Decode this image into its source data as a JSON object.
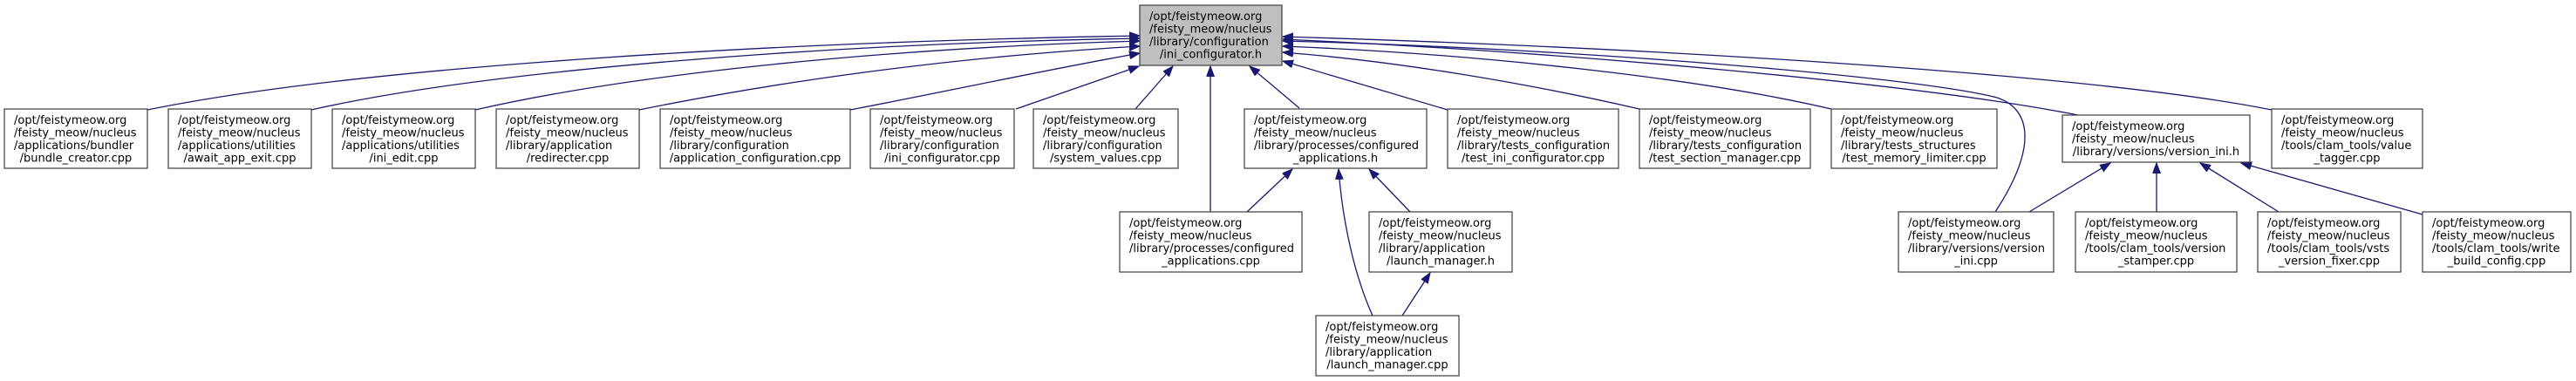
{
  "diagram": {
    "type": "include-dependency-graph",
    "root_id": "ini_configurator_h",
    "nodes": [
      {
        "id": "ini_configurator_h",
        "highlighted": true,
        "lines": [
          "/opt/feistymeow.org",
          "/feisty_meow/nucleus",
          "/library/configuration",
          "/ini_configurator.h"
        ]
      },
      {
        "id": "bundle_creator_cpp",
        "lines": [
          "/opt/feistymeow.org",
          "/feisty_meow/nucleus",
          "/applications/bundler",
          "/bundle_creator.cpp"
        ]
      },
      {
        "id": "await_app_exit_cpp",
        "lines": [
          "/opt/feistymeow.org",
          "/feisty_meow/nucleus",
          "/applications/utilities",
          "/await_app_exit.cpp"
        ]
      },
      {
        "id": "ini_edit_cpp",
        "lines": [
          "/opt/feistymeow.org",
          "/feisty_meow/nucleus",
          "/applications/utilities",
          "/ini_edit.cpp"
        ]
      },
      {
        "id": "redirecter_cpp",
        "lines": [
          "/opt/feistymeow.org",
          "/feisty_meow/nucleus",
          "/library/application",
          "/redirecter.cpp"
        ]
      },
      {
        "id": "application_configuration_cpp",
        "lines": [
          "/opt/feistymeow.org",
          "/feisty_meow/nucleus",
          "/library/configuration",
          "/application_configuration.cpp"
        ]
      },
      {
        "id": "ini_configurator_cpp",
        "lines": [
          "/opt/feistymeow.org",
          "/feisty_meow/nucleus",
          "/library/configuration",
          "/ini_configurator.cpp"
        ]
      },
      {
        "id": "system_values_cpp",
        "lines": [
          "/opt/feistymeow.org",
          "/feisty_meow/nucleus",
          "/library/configuration",
          "/system_values.cpp"
        ]
      },
      {
        "id": "configured_applications_h",
        "lines": [
          "/opt/feistymeow.org",
          "/feisty_meow/nucleus",
          "/library/processes/configured",
          "_applications.h"
        ]
      },
      {
        "id": "test_ini_configurator_cpp",
        "lines": [
          "/opt/feistymeow.org",
          "/feisty_meow/nucleus",
          "/library/tests_configuration",
          "/test_ini_configurator.cpp"
        ]
      },
      {
        "id": "test_section_manager_cpp",
        "lines": [
          "/opt/feistymeow.org",
          "/feisty_meow/nucleus",
          "/library/tests_configuration",
          "/test_section_manager.cpp"
        ]
      },
      {
        "id": "test_memory_limiter_cpp",
        "lines": [
          "/opt/feistymeow.org",
          "/feisty_meow/nucleus",
          "/library/tests_structures",
          "/test_memory_limiter.cpp"
        ]
      },
      {
        "id": "version_ini_h",
        "lines": [
          "/opt/feistymeow.org",
          "/feisty_meow/nucleus",
          "/library/versions/version_ini.h"
        ]
      },
      {
        "id": "value_tagger_cpp",
        "lines": [
          "/opt/feistymeow.org",
          "/feisty_meow/nucleus",
          "/tools/clam_tools/value",
          "_tagger.cpp"
        ]
      },
      {
        "id": "configured_applications_cpp",
        "lines": [
          "/opt/feistymeow.org",
          "/feisty_meow/nucleus",
          "/library/processes/configured",
          "_applications.cpp"
        ]
      },
      {
        "id": "launch_manager_h",
        "lines": [
          "/opt/feistymeow.org",
          "/feisty_meow/nucleus",
          "/library/application",
          "/launch_manager.h"
        ]
      },
      {
        "id": "version_ini_cpp",
        "lines": [
          "/opt/feistymeow.org",
          "/feisty_meow/nucleus",
          "/library/versions/version",
          "_ini.cpp"
        ]
      },
      {
        "id": "version_stamper_cpp",
        "lines": [
          "/opt/feistymeow.org",
          "/feisty_meow/nucleus",
          "/tools/clam_tools/version",
          "_stamper.cpp"
        ]
      },
      {
        "id": "vsts_version_fixer_cpp",
        "lines": [
          "/opt/feistymeow.org",
          "/feisty_meow/nucleus",
          "/tools/clam_tools/vsts",
          "_version_fixer.cpp"
        ]
      },
      {
        "id": "write_build_config_cpp",
        "lines": [
          "/opt/feistymeow.org",
          "/feisty_meow/nucleus",
          "/tools/clam_tools/write",
          "_build_config.cpp"
        ]
      },
      {
        "id": "launch_manager_cpp",
        "lines": [
          "/opt/feistymeow.org",
          "/feisty_meow/nucleus",
          "/library/application",
          "/launch_manager.cpp"
        ]
      }
    ],
    "edges": [
      {
        "from": "bundle_creator_cpp",
        "to": "ini_configurator_h"
      },
      {
        "from": "await_app_exit_cpp",
        "to": "ini_configurator_h"
      },
      {
        "from": "ini_edit_cpp",
        "to": "ini_configurator_h"
      },
      {
        "from": "redirecter_cpp",
        "to": "ini_configurator_h"
      },
      {
        "from": "application_configuration_cpp",
        "to": "ini_configurator_h"
      },
      {
        "from": "ini_configurator_cpp",
        "to": "ini_configurator_h"
      },
      {
        "from": "system_values_cpp",
        "to": "ini_configurator_h"
      },
      {
        "from": "configured_applications_cpp",
        "to": "ini_configurator_h"
      },
      {
        "from": "configured_applications_h",
        "to": "ini_configurator_h"
      },
      {
        "from": "test_ini_configurator_cpp",
        "to": "ini_configurator_h"
      },
      {
        "from": "test_section_manager_cpp",
        "to": "ini_configurator_h"
      },
      {
        "from": "test_memory_limiter_cpp",
        "to": "ini_configurator_h"
      },
      {
        "from": "version_ini_cpp",
        "to": "ini_configurator_h"
      },
      {
        "from": "version_ini_h",
        "to": "ini_configurator_h"
      },
      {
        "from": "value_tagger_cpp",
        "to": "ini_configurator_h"
      },
      {
        "from": "configured_applications_cpp",
        "to": "configured_applications_h"
      },
      {
        "from": "launch_manager_cpp",
        "to": "configured_applications_h"
      },
      {
        "from": "launch_manager_h",
        "to": "configured_applications_h"
      },
      {
        "from": "launch_manager_cpp",
        "to": "launch_manager_h"
      },
      {
        "from": "version_ini_cpp",
        "to": "version_ini_h"
      },
      {
        "from": "version_stamper_cpp",
        "to": "version_ini_h"
      },
      {
        "from": "vsts_version_fixer_cpp",
        "to": "version_ini_h"
      },
      {
        "from": "write_build_config_cpp",
        "to": "version_ini_h"
      }
    ]
  },
  "colors": {
    "edge": "#191970",
    "root_fill": "#bfbfbf",
    "node_fill": "#ffffff",
    "node_border": "#3c3c3c"
  }
}
